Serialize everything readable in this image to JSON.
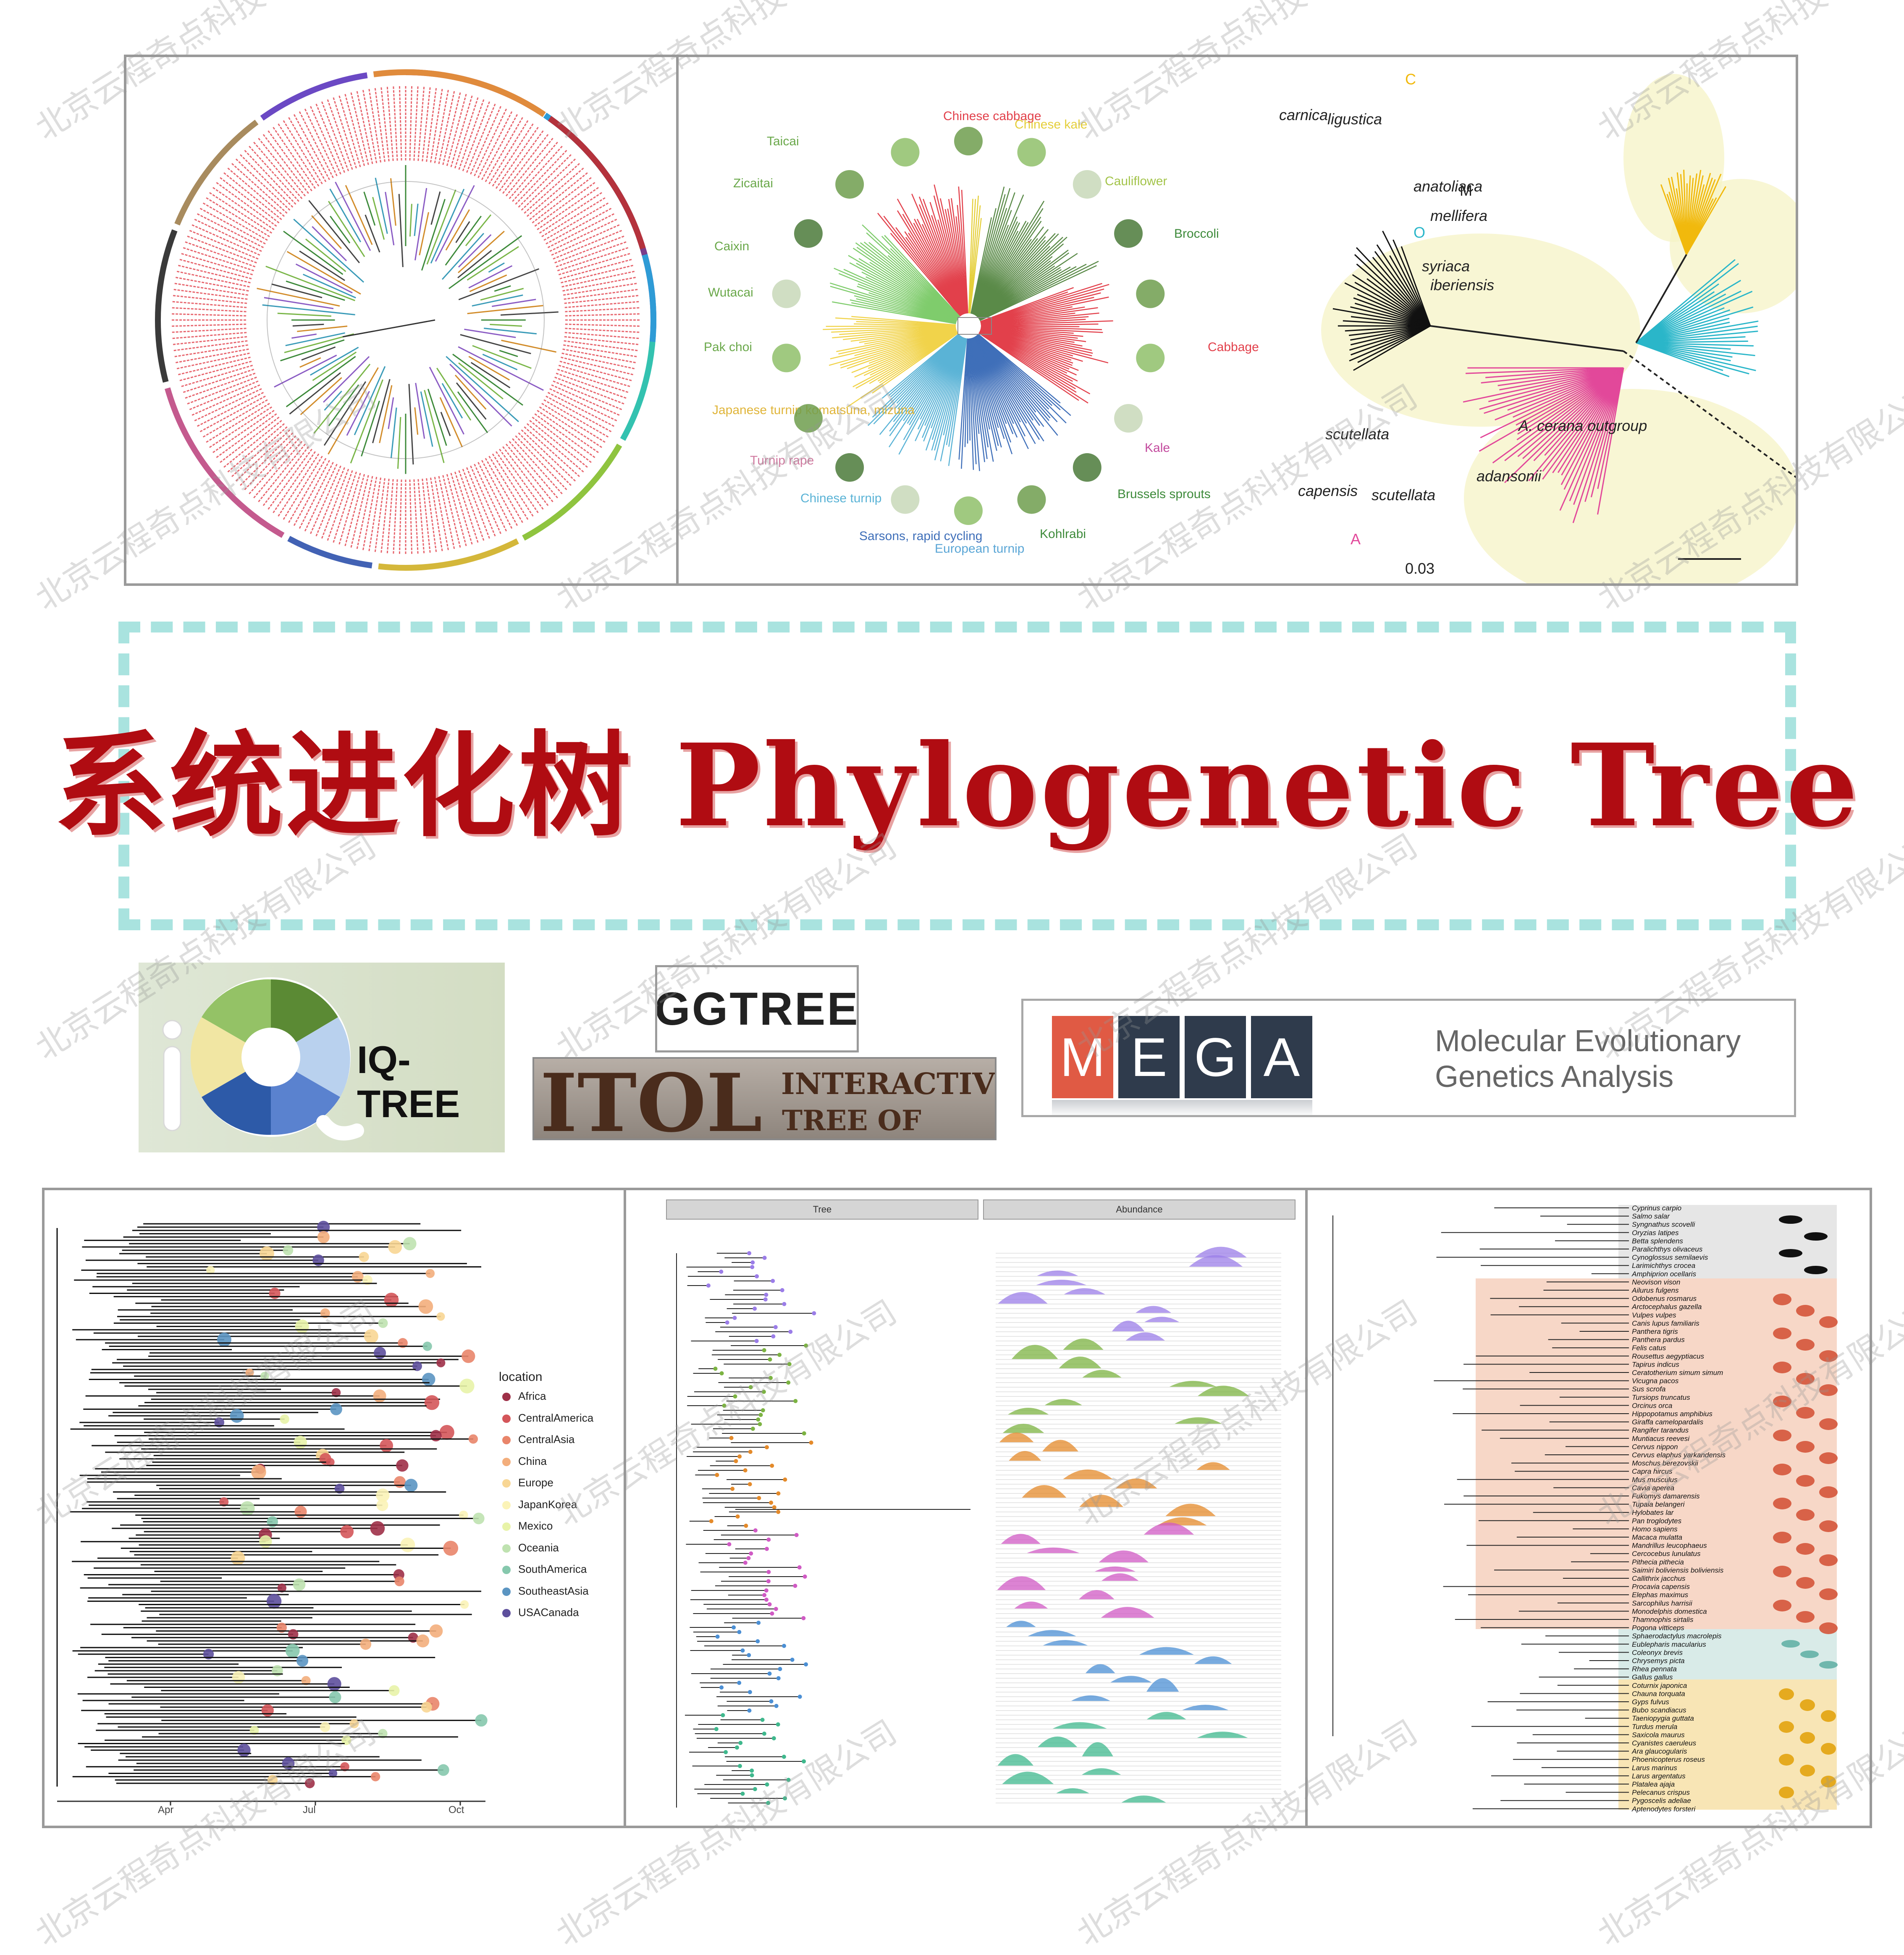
{
  "title": {
    "chinese": "系统进化树",
    "english": "Phylogenetic Tree"
  },
  "panel_b": {
    "cabbage_labels": [
      "Chinese cabbage",
      "Chinese kale",
      "Cauliflower",
      "Broccoli",
      "Cabbage",
      "Kale",
      "Brussels sprouts",
      "Kohlrabi",
      "European turnip",
      "Sarsons, rapid cycling",
      "Chinese turnip",
      "Turnip rape",
      "Japanese turnip komatsuna, mizuna",
      "Pak choi",
      "Wutacai",
      "Caixin",
      "Zicaitai",
      "Taicai"
    ],
    "bee_labels": [
      "carnica",
      "ligustica",
      "C",
      "anatoliaca",
      "O",
      "syriaca",
      "M",
      "mellifera",
      "iberiensis",
      "scutellata",
      "capensis",
      "scutellata",
      "adansonii",
      "A",
      "A. cerana outgroup",
      "0.03"
    ]
  },
  "logos": {
    "iqtree": "IQ-TREE",
    "ggtree": "GGTREE",
    "itol_main": "ITOL",
    "itol_sub1": "INTERACTIVE",
    "itol_sub2": "TREE OF LIFE",
    "mega_letters": [
      "M",
      "E",
      "G",
      "A"
    ],
    "mega_line1": "Molecular Evolutionary",
    "mega_line2": "Genetics Analysis"
  },
  "panel_d": {
    "legend_title": "location",
    "legend": [
      {
        "label": "Africa",
        "color": "#9e3048"
      },
      {
        "label": "CentralAmerica",
        "color": "#d4565a"
      },
      {
        "label": "CentralAsia",
        "color": "#e9856a"
      },
      {
        "label": "China",
        "color": "#f3ae7c"
      },
      {
        "label": "Europe",
        "color": "#f8d694"
      },
      {
        "label": "JapanKorea",
        "color": "#fbf3b7"
      },
      {
        "label": "Mexico",
        "color": "#e8f3a8"
      },
      {
        "label": "Oceania",
        "color": "#bfe2b0"
      },
      {
        "label": "SouthAmerica",
        "color": "#86c8ad"
      },
      {
        "label": "SoutheastAsia",
        "color": "#5b95c2"
      },
      {
        "label": "USACanada",
        "color": "#5d4f9c"
      }
    ],
    "axis_ticks": [
      "Apr",
      "Jul",
      "Oct"
    ]
  },
  "panel_e": {
    "facet_left": "Tree",
    "facet_right": "Abundance"
  },
  "panel_f": {
    "species": [
      "Cyprinus carpio",
      "Salmo salar",
      "Syngnathus scovelli",
      "Oryzias latipes",
      "Betta splendens",
      "Paralichthys olivaceus",
      "Cynoglossus semilaevis",
      "Larimichthys crocea",
      "Amphiprion ocellaris",
      "Neovison vison",
      "Ailurus fulgens",
      "Odobenus rosmarus",
      "Arctocephalus gazella",
      "Vulpes vulpes",
      "Canis lupus familiaris",
      "Panthera tigris",
      "Panthera pardus",
      "Felis catus",
      "Rousettus aegyptiacus",
      "Tapirus indicus",
      "Ceratotherium simum simum",
      "Vicugna pacos",
      "Sus scrofa",
      "Tursiops truncatus",
      "Orcinus orca",
      "Hippopotamus amphibius",
      "Giraffa camelopardalis",
      "Rangifer tarandus",
      "Muntiacus reevesi",
      "Cervus nippon",
      "Cervus elaphus yarkandensis",
      "Moschus berezovskii",
      "Capra hircus",
      "Mus musculus",
      "Cavia aperea",
      "Fukomys damarensis",
      "Tupaia belangeri",
      "Hylobates lar",
      "Pan troglodytes",
      "Homo sapiens",
      "Macaca mulatta",
      "Mandrillus leucophaeus",
      "Cercocebus lunulatus",
      "Pithecia pithecia",
      "Saimiri boliviensis boliviensis",
      "Callithrix jacchus",
      "Procavia capensis",
      "Elephas maximus",
      "Sarcophilus harrisii",
      "Monodelphis domestica",
      "Thamnophis sirtalis",
      "Pogona vitticeps",
      "Sphaerodactylus macrolepis",
      "Eublepharis macularius",
      "Coleonyx brevis",
      "Chrysemys picta",
      "Rhea pennata",
      "Gallus gallus",
      "Coturnix japonica",
      "Chauna torquata",
      "Gyps fulvus",
      "Bubo scandiacus",
      "Taeniopygia guttata",
      "Turdus merula",
      "Saxicola maurus",
      "Cyanistes caeruleus",
      "Ara glaucogularis",
      "Phoenicopterus roseus",
      "Larus marinus",
      "Larus argentatus",
      "Platalea ajaja",
      "Pelecanus crispus",
      "Pygoscelis adeliae",
      "Aptenodytes forsteri"
    ]
  },
  "watermark": "北京云程奇点科技有限公司",
  "colors": {
    "title_red": "#b00c12",
    "dash_border": "#a9e3df",
    "mega_red": "#e05a44",
    "mega_dark": "#2f3b4c"
  }
}
